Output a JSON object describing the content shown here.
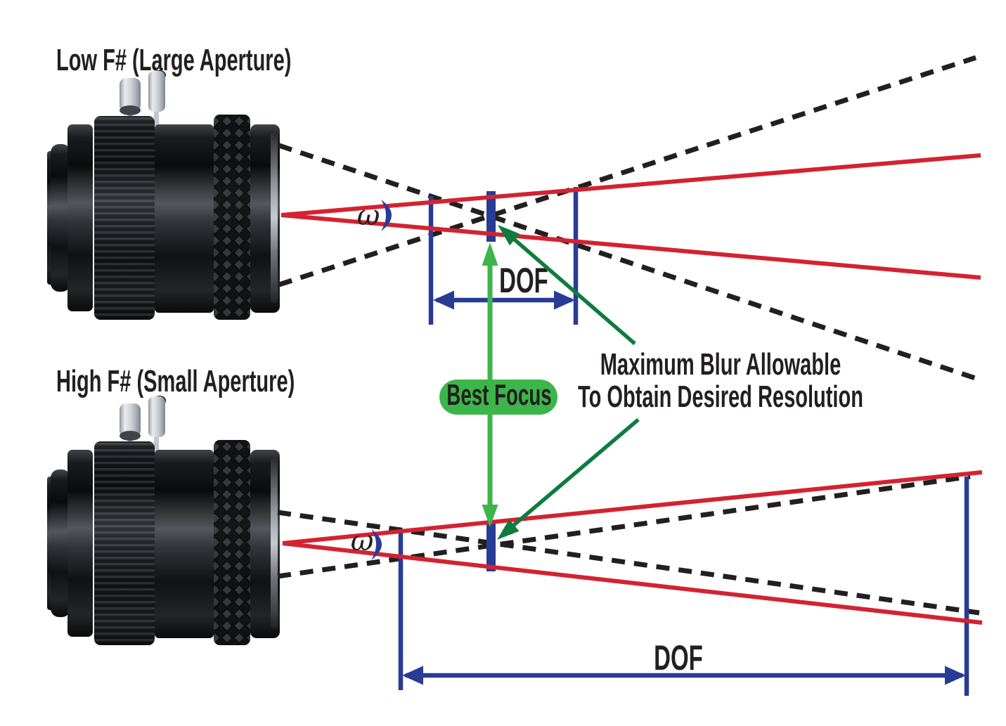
{
  "figure": {
    "type": "depth-of-field-aperture-comparison-diagram",
    "low_f": {
      "title": "Low F# (Large Aperture)",
      "dof_label": "DOF",
      "angle_symbol": "ω"
    },
    "high_f": {
      "title": "High F# (Small Aperture)",
      "dof_label": "DOF",
      "angle_symbol": "ω"
    },
    "best_focus_label": "Best Focus",
    "max_blur_label_line1": "Maximum Blur Allowable",
    "max_blur_label_line2": "To Obtain Desired Resolution"
  },
  "colors": {
    "ray_red": "#d42231",
    "dof_blue": "#283c96",
    "best_focus_green": "#3cb54a",
    "annotation_dark_green": "#0e7c3f",
    "ink_black": "#231f20",
    "background": "#ffffff"
  }
}
